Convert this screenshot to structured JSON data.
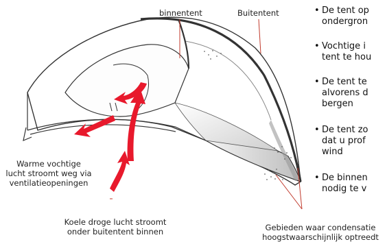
{
  "labels": {
    "inner_tent": "binnentent",
    "outer_tent": "Buitentent",
    "warm_air": [
      "Warme vochtige",
      "lucht stroomt weg via",
      "ventilatieopeningen"
    ],
    "cool_air": [
      "Koele droge lucht stroomt",
      "onder buitentent binnen"
    ],
    "condensation": [
      "Gebieden waar condensatie",
      "hoogstwaarschijnlijk optreedt"
    ]
  },
  "bullets": [
    {
      "bullet": "•",
      "lines": [
        "De tent op",
        "ondergron"
      ]
    },
    {
      "bullet": "•",
      "lines": [
        "Vochtige i",
        "tent te hou"
      ]
    },
    {
      "bullet": "•",
      "lines": [
        "De tent te",
        "alvorens d",
        "bergen"
      ]
    },
    {
      "bullet": "•",
      "lines": [
        "De tent zo",
        "dat u prof",
        "wind"
      ]
    },
    {
      "bullet": "•",
      "lines": [
        "De binnen",
        "nodig te v"
      ]
    }
  ],
  "colors": {
    "arrow": "#e8192c",
    "line": "#333333",
    "pointer": "#c0392b",
    "shade": "#9a9a9a"
  }
}
